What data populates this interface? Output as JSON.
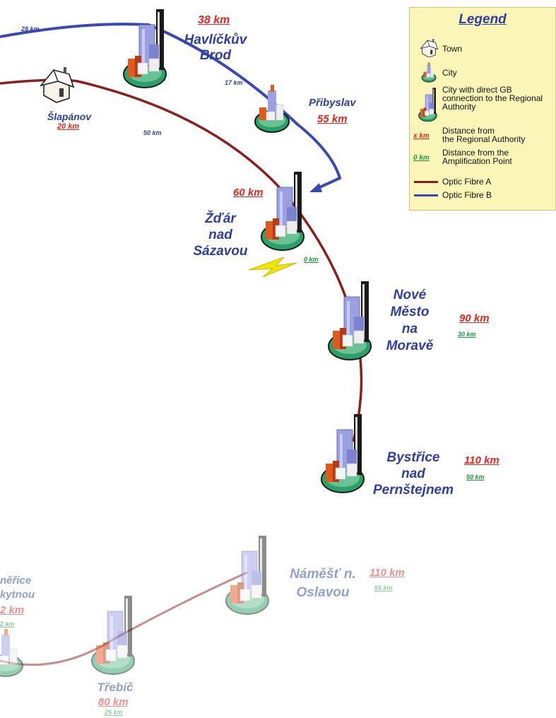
{
  "legend": {
    "title": "Legend",
    "town": "Town",
    "city": "City",
    "city_gb_line1": "City with direct GB",
    "city_gb_line2": "connection to the Regional",
    "city_gb_line3": "Authority",
    "dist_regional_symbol": "x km",
    "dist_regional_line1": "Distance from",
    "dist_regional_line2": "the Regional Authority",
    "dist_amp_symbol": "0 km",
    "dist_amp_line1": "Distance from the",
    "dist_amp_line2": "Amplification Point",
    "fibre_a": "Optic Fibre A",
    "fibre_b": "Optic Fibre B"
  },
  "colors": {
    "fibre_a": "#8b1e1e",
    "fibre_b": "#3a48b4",
    "label_blue": "#2e3f9e",
    "distance_red": "#e8241c",
    "distance_green": "#1a9a3a"
  },
  "segments": {
    "b_left": "28 km",
    "b_havl_pribyslav": "17 km",
    "a_slap_zdar": "50 km"
  },
  "nodes": {
    "havlickuv": {
      "name1": "Havlíčkův",
      "name2": "Brod",
      "dist": "38 km",
      "icon": "city-gb-icon"
    },
    "slapanov": {
      "name": "Šlapánov",
      "dist": "20 km",
      "icon": "town-icon"
    },
    "pribyslav": {
      "name": "Přibyslav",
      "dist": "55 km",
      "icon": "city-icon"
    },
    "zdar": {
      "name1": "Žďár",
      "name2": "nad",
      "name3": "Sázavou",
      "dist": "60 km",
      "amp": "0 km",
      "icon": "city-gb-icon"
    },
    "nove_mesto": {
      "name1": "Nové",
      "name2": "Město",
      "name3": "na",
      "name4": "Moravě",
      "dist": "90 km",
      "amp": "30 km",
      "icon": "city-gb-icon"
    },
    "bystrice": {
      "name1": "Bystřice",
      "name2": "nad",
      "name3": "Pernštejnem",
      "dist": "110 km",
      "amp": "50 km",
      "icon": "city-gb-icon"
    },
    "namest": {
      "name1": "Náměšť n.",
      "name2": "Oslavou",
      "dist": "110 km",
      "amp": "55 km",
      "icon": "city-gb-icon"
    },
    "trebic": {
      "name": "Třebíč",
      "dist": "80 km",
      "amp": "25 km",
      "icon": "city-gb-icon"
    },
    "partial": {
      "name1": "něřice",
      "name2": "kytnou",
      "dist": "2 km",
      "amp": "2 km",
      "icon": "city-icon"
    }
  }
}
